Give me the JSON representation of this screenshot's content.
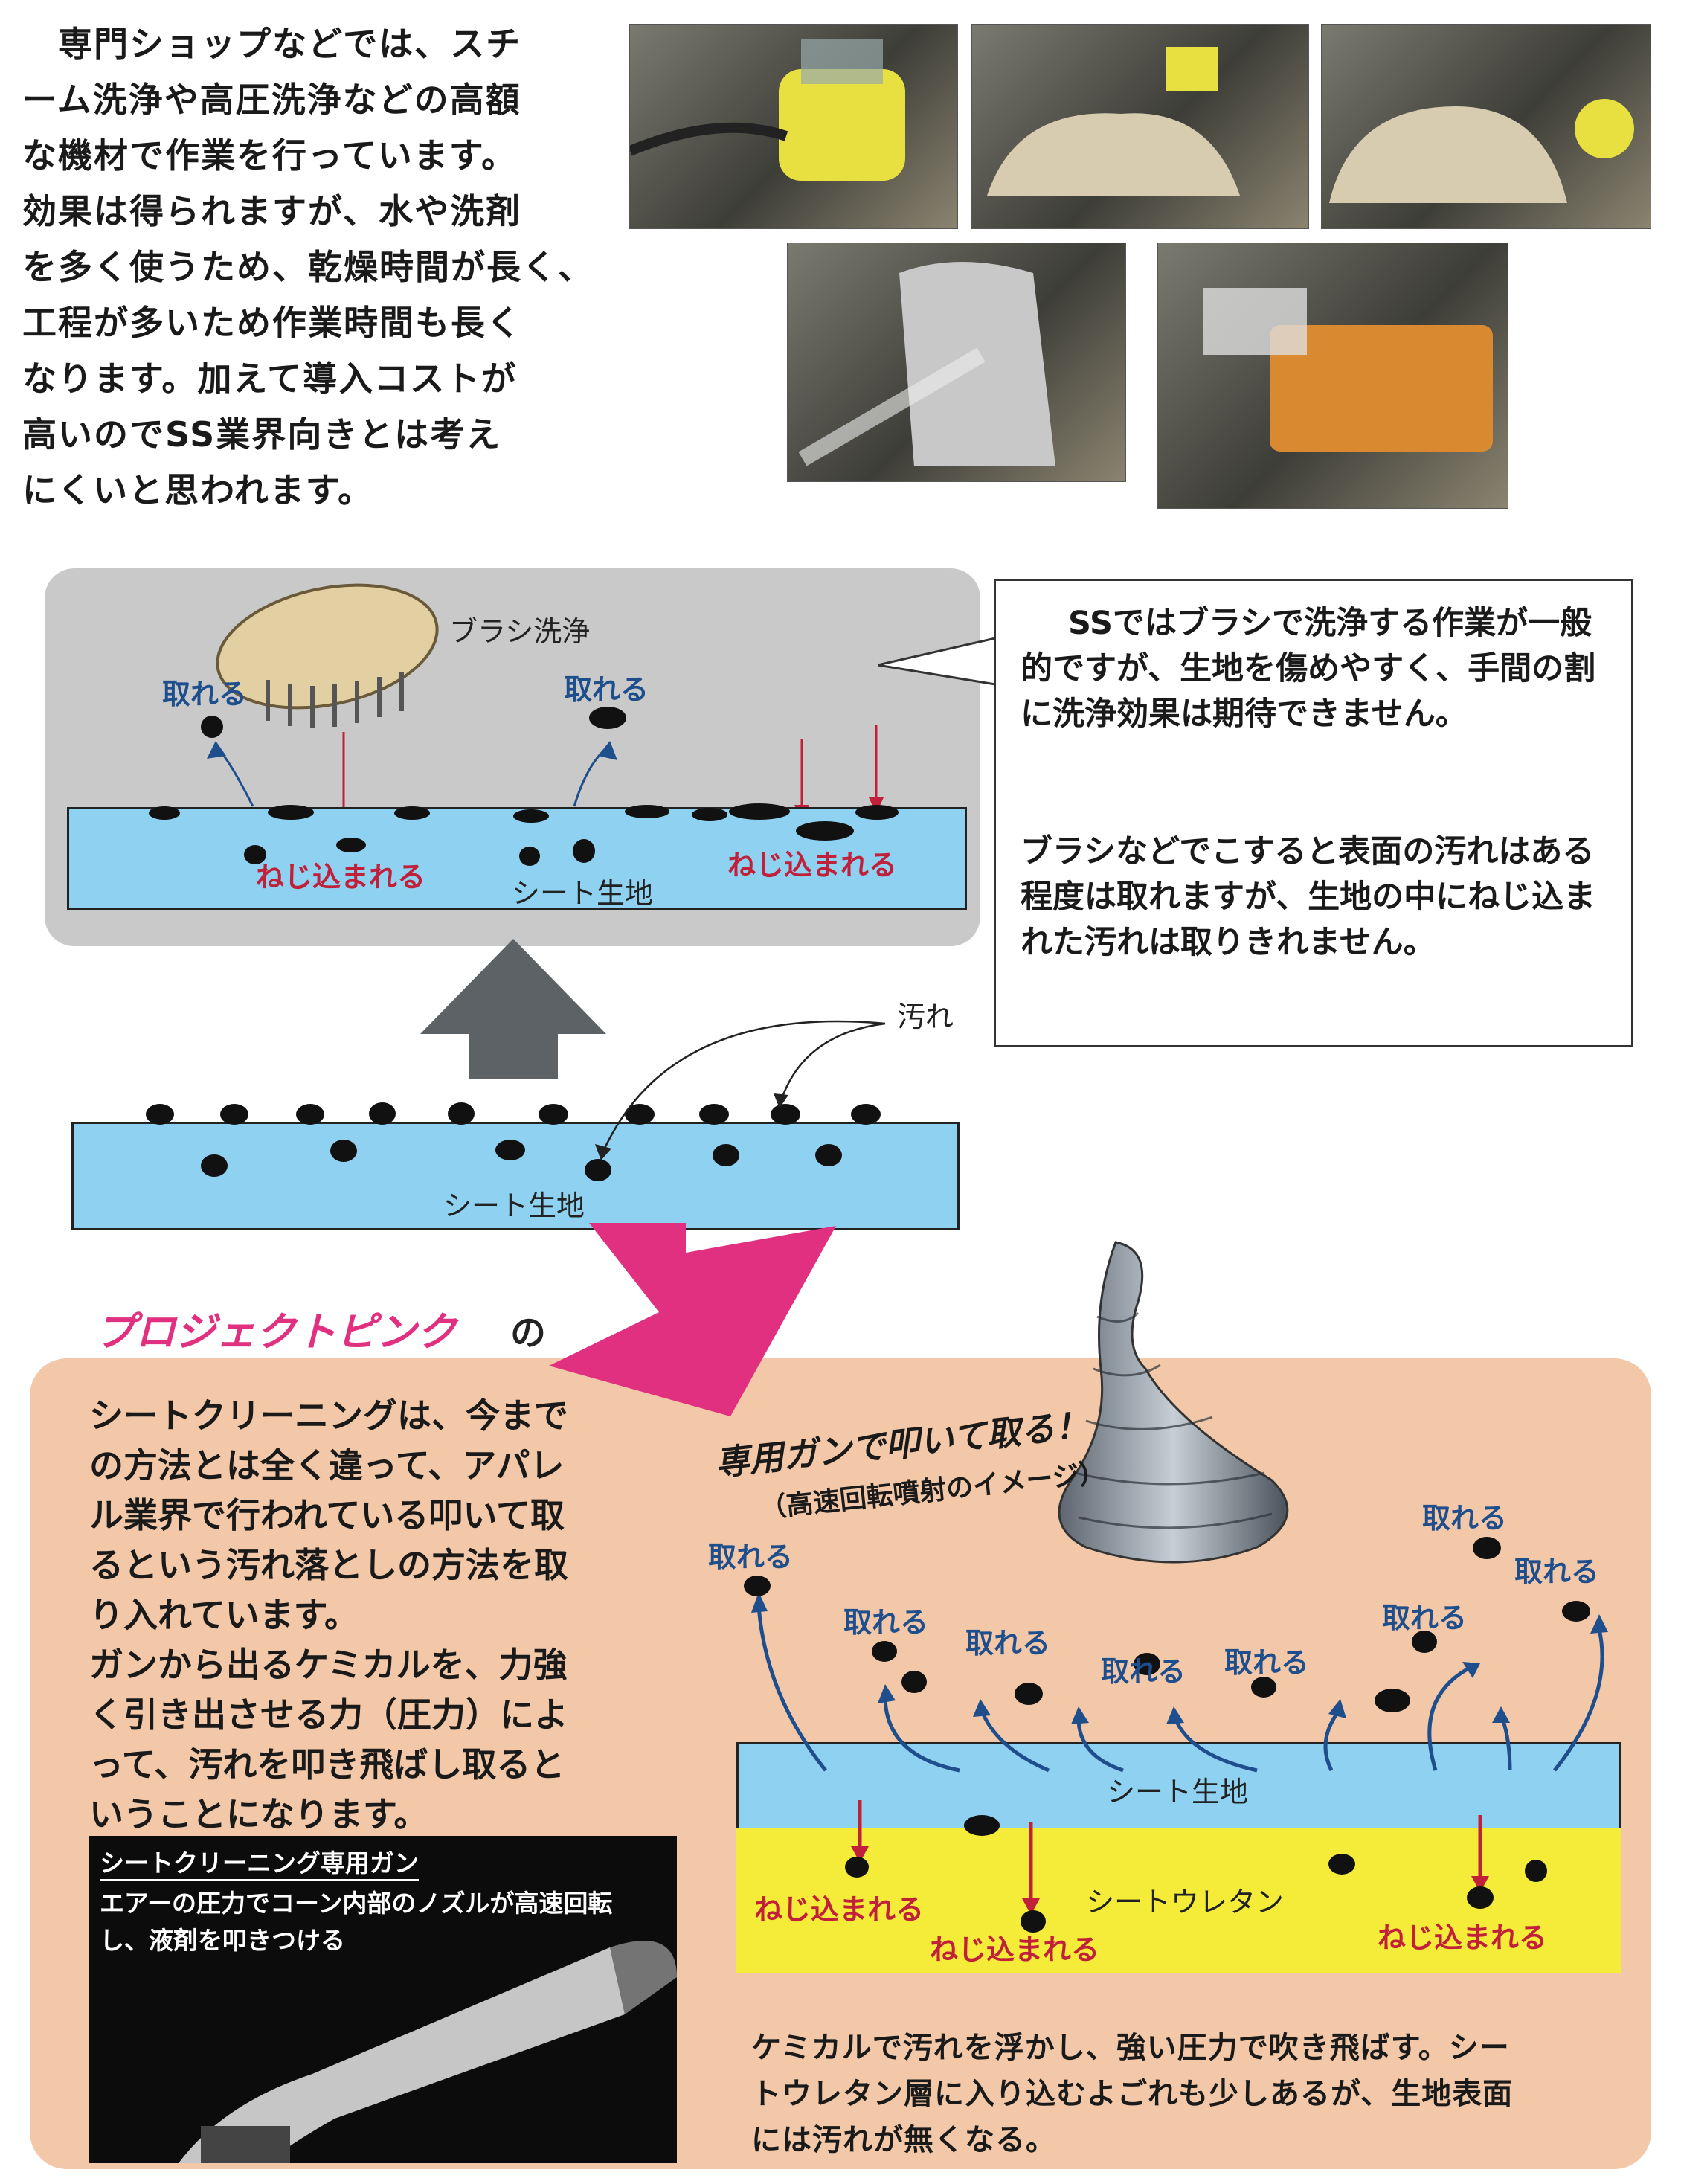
{
  "intro": {
    "lines": [
      "　専門ショップなどでは、スチ",
      "ーム洗浄や高圧洗浄などの高額",
      "な機材で作業を行っています。",
      "効果は得られますが、水や洗剤",
      "を多く使うため、乾燥時間が長く、",
      "工程が多いため作業時間も長く",
      "なります。加えて導入コストが",
      "高いのでSS業界向きとは考え",
      "にくいと思われます。"
    ]
  },
  "brush_diagram": {
    "brush_label": "ブラシ洗浄",
    "removed_label": "取れる",
    "pushed_label": "ねじ込まれる",
    "fabric_label": "シート生地"
  },
  "bubble": {
    "para1": "SSではブラシで洗浄する作業が一般的ですが、生地を傷めやすく、手間の割に洗浄効果は期待できません。",
    "para2": "ブラシなどでこすると表面の汚れはある程度は取れますが、生地の中にねじ込まれた汚れは取りきれません。"
  },
  "base_diagram": {
    "dirt_label": "汚れ",
    "fabric_label": "シート生地"
  },
  "project_pink": {
    "title": "プロジェクトピンク",
    "title_suffix": "の",
    "lines": [
      "シートクリーニングは、今まで",
      "の方法とは全く違って、アパレ",
      "ル業界で行われている叩いて取",
      "るという汚れ落としの方法を取",
      "り入れています。",
      "ガンから出るケミカルを、力強",
      "く引き出させる力（圧力）によ",
      "って、汚れを叩き飛ばし取ると",
      "いうことになります。"
    ]
  },
  "gun_diagram": {
    "title": "専用ガンで叩いて取る！",
    "subtitle": "（高速回転噴射のイメージ）",
    "removed_label": "取れる",
    "pushed_label": "ねじ込まれる",
    "fabric_label": "シート生地",
    "urethane_label": "シートウレタン"
  },
  "caption": {
    "lines": [
      "ケミカルで汚れを浮かし、強い圧力で吹き飛ばす。シー",
      "トウレタン層に入り込むよごれも少しあるが、生地表面",
      "には汚れが無くなる。"
    ]
  },
  "gun_photo": {
    "title": "シートクリーニング専用ガン",
    "desc": "エアーの圧力でコーン内部のノズルが高速回転し、液剤を叩きつける"
  },
  "colors": {
    "fabric": "#8fd1f0",
    "urethane": "#f5ec3a",
    "pink": "#e0307f",
    "panel_pink": "#f2c8a8",
    "panel_gray": "#c9c9c9",
    "arrow_blue": "#1f4e8c",
    "arrow_red": "#c0203a"
  }
}
